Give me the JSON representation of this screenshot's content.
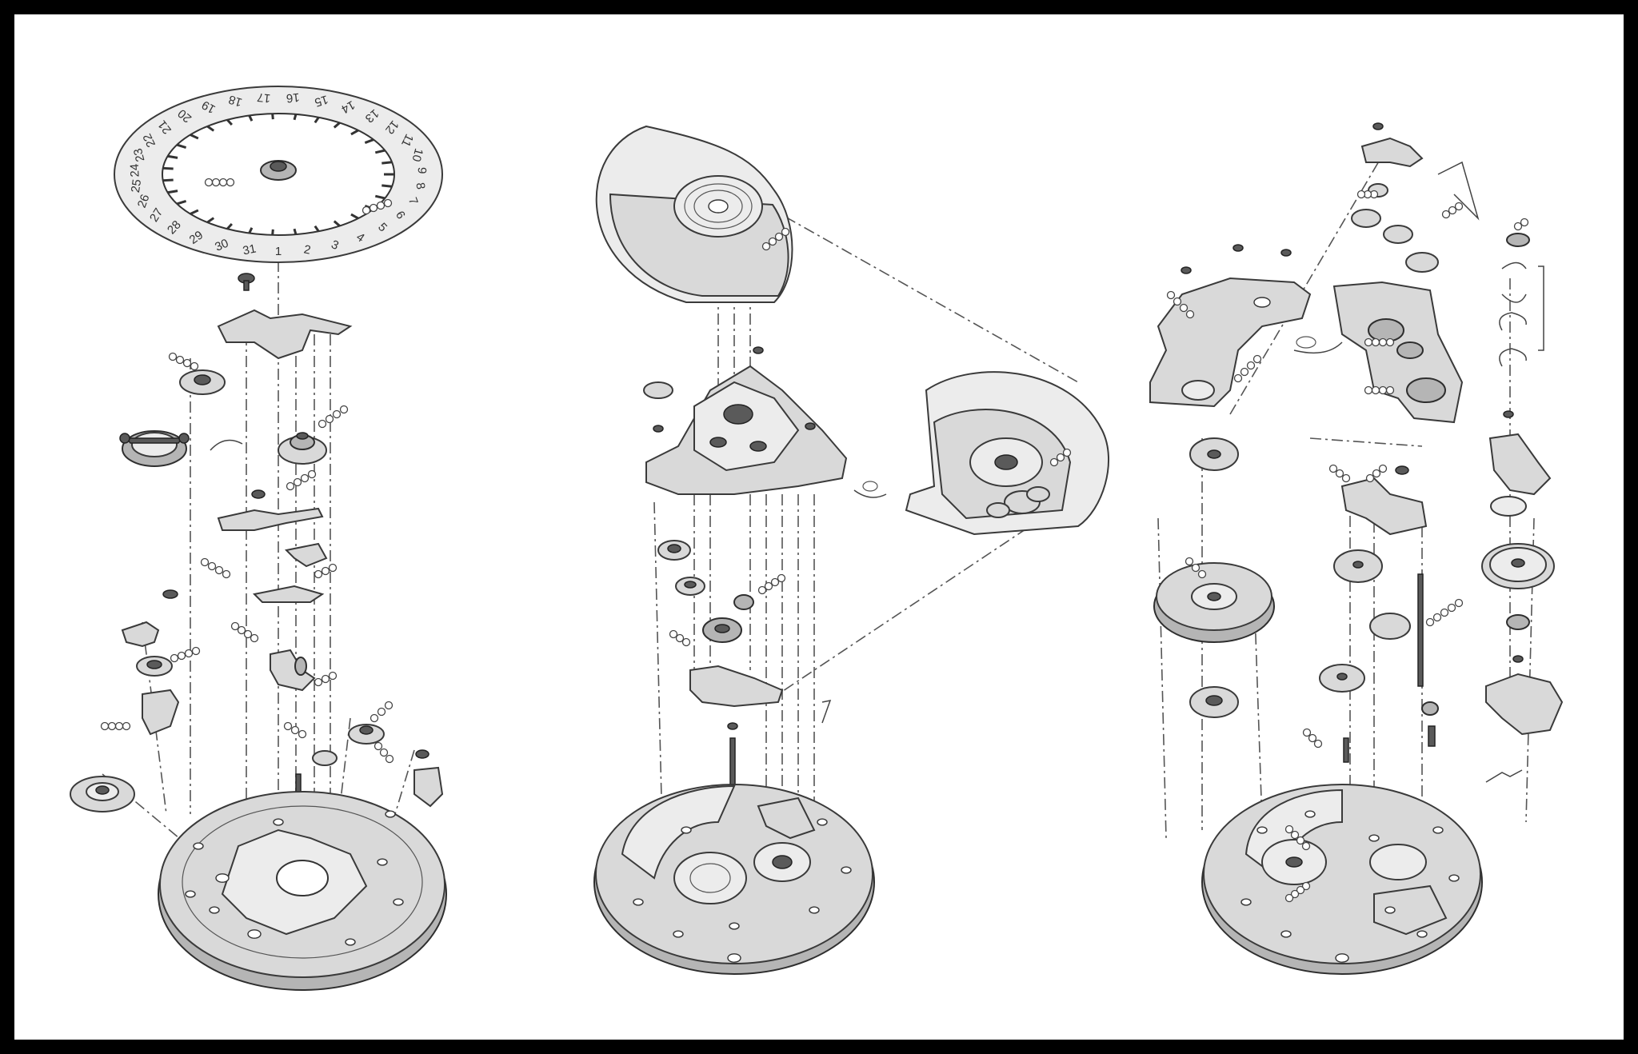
{
  "diagram": {
    "subject": "exploded views of a mechanical watch movement",
    "date_disc_numbers": [
      "1",
      "2",
      "3",
      "4",
      "5",
      "6",
      "7",
      "8",
      "9",
      "10",
      "11",
      "12",
      "13",
      "14",
      "15",
      "16",
      "17",
      "18",
      "19",
      "20",
      "21",
      "22",
      "23",
      "24",
      "25",
      "26",
      "27",
      "28",
      "29",
      "30",
      "31"
    ],
    "colors": {
      "frame": "#000000",
      "background": "#ffffff",
      "metal": "#d9d9d9",
      "outline": "#3a3a3a"
    }
  }
}
